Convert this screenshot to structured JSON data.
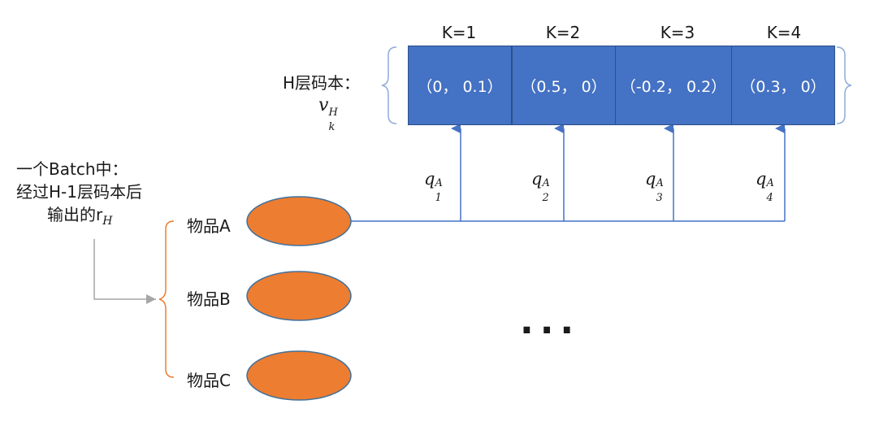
{
  "batch_label": {
    "line1": "一个Batch中：",
    "line2": "经过H-1层码本后",
    "line3": "输出的r",
    "line3_sub": "H"
  },
  "codebook": {
    "title": "H层码本：",
    "symbol": "v",
    "symbol_sup": "H",
    "symbol_sub": "k",
    "k_labels": [
      "K=1",
      "K=2",
      "K=3",
      "K=4"
    ],
    "cells": [
      "（0，  0.1）",
      "（0.5，  0）",
      "（-0.2，  0.2）",
      "（0.3，  0）"
    ],
    "cell_color": "#4472c4"
  },
  "q_labels": [
    {
      "base": "q",
      "sub": "1",
      "sup": "A"
    },
    {
      "base": "q",
      "sub": "2",
      "sup": "A"
    },
    {
      "base": "q",
      "sub": "3",
      "sup": "A"
    },
    {
      "base": "q",
      "sub": "4",
      "sup": "A"
    }
  ],
  "items": [
    {
      "label": "物品A"
    },
    {
      "label": "物品B"
    },
    {
      "label": "物品C"
    }
  ],
  "colors": {
    "item_fill": "#ed7d31",
    "item_stroke": "#41719c",
    "arrow": "#4472c4",
    "bracket_orange": "#ed7d31",
    "bracket_blue": "#8faadc",
    "gray_arrow": "#a6a6a6"
  },
  "ellipsis": "..."
}
